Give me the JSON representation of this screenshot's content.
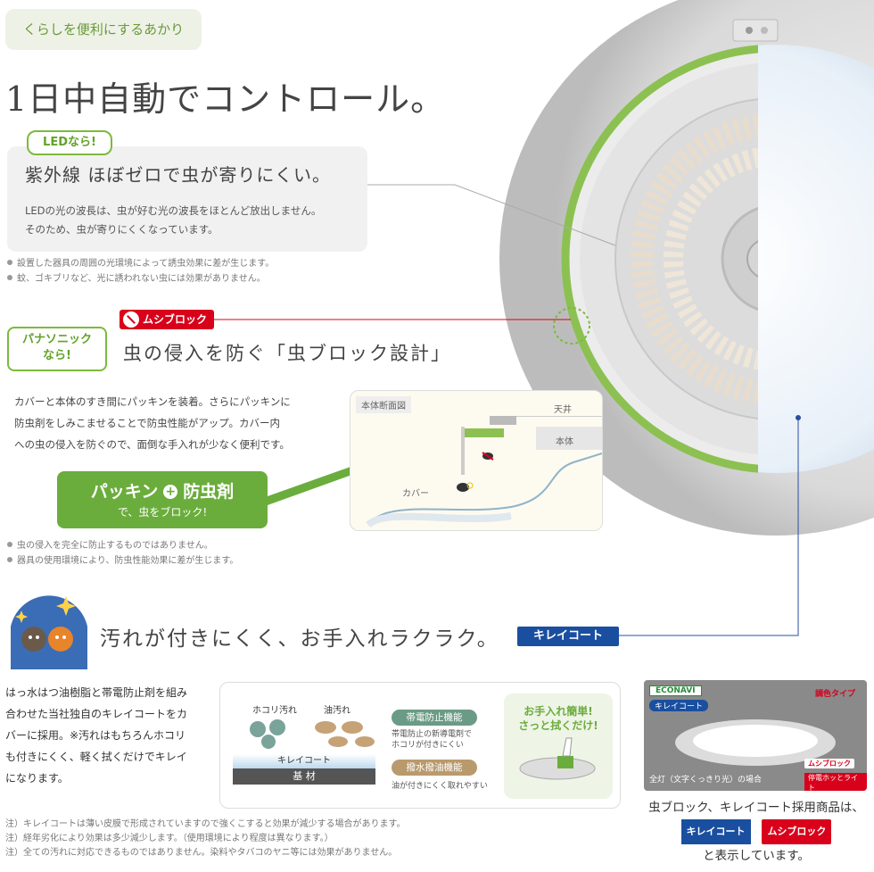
{
  "header": {
    "tag": "くらしを便利にするあかり",
    "title": "1日中自動でコントロール。"
  },
  "led": {
    "badge": "LEDなら!",
    "title": "紫外線 ほぼゼロで虫が寄りにくい。",
    "body_line1": "LEDの光の波長は、虫が好む光の波長をほとんど放出しません。",
    "body_line2": "そのため、虫が寄りにくくなっています。",
    "notes": [
      "設置した器具の周囲の光環境によって誘虫効果に差が生じます。",
      "蚊、ゴキブリなど、光に誘われない虫には効果がありません。"
    ]
  },
  "bugblock": {
    "badge": "ムシブロック",
    "pana_line1": "パナソニック",
    "pana_line2": "なら!",
    "title": "虫の侵入を防ぐ「虫ブロック設計」",
    "body_lines": [
      "カバーと本体のすき間にパッキンを装着。さらにパッキンに",
      "防虫剤をしみこませることで防虫性能がアップ。カバー内",
      "への虫の侵入を防ぐので、面倒な手入れが少なく便利です。"
    ],
    "green_a": "パッキン",
    "green_plus": "+",
    "green_b": "防虫剤",
    "green_sub": "で、虫をブロック!",
    "diagram": {
      "title": "本体断面図",
      "ceiling": "天井",
      "body": "本体",
      "cover": "カバー"
    },
    "notes": [
      "虫の侵入を完全に防止するものではありません。",
      "器具の使用環境により、防虫性能効果に差が生じます。"
    ]
  },
  "coat": {
    "title": "汚れが付きにくく、お手入れラクラク。",
    "badge": "キレイコート",
    "body_lines": [
      "はっ水はつ油樹脂と帯電防止剤を組み",
      "合わせた当社独自のキレイコートをカ",
      "バーに採用。※汚れはもちろんホコリ",
      "も付きにくく、軽く拭くだけでキレイ",
      "になります。"
    ],
    "box": {
      "dust": "ホコリ汚れ",
      "oil": "油汚れ",
      "layer": "キレイコート",
      "base": "基 材",
      "f1_title": "帯電防止機能",
      "f1_l1": "帯電防止の新導電剤で",
      "f1_l2": "ホコリが付きにくい",
      "f2_title": "撥水撥油機能",
      "f2_l1": "油が付きにくく取れやすい",
      "easy_l1": "お手入れ簡単!",
      "easy_l2": "さっと拭くだけ!"
    },
    "notes": [
      "注）キレイコートは薄い皮膜で形成されていますので強くこすると効果が減少する場合があります。",
      "注）経年劣化により効果は多少減少します。（使用環境により程度は異なります。）",
      "注）全ての汚れに対応できるものではありません。染料やタバコのヤニ等には効果がありません。"
    ]
  },
  "product": {
    "econavi": "ECONAVI",
    "kirei": "キレイコート",
    "type": "調色タイプ",
    "caption": "全灯（文字くっきり光）の場合",
    "mushi": "ムシブロック",
    "hot": "停電ホッとライト",
    "text_line1": "虫ブロック、キレイコート採用商品は、",
    "kirei_small": "キレイコート",
    "mushi_small": "ムシブロック",
    "text_line3": "と表示しています。"
  }
}
